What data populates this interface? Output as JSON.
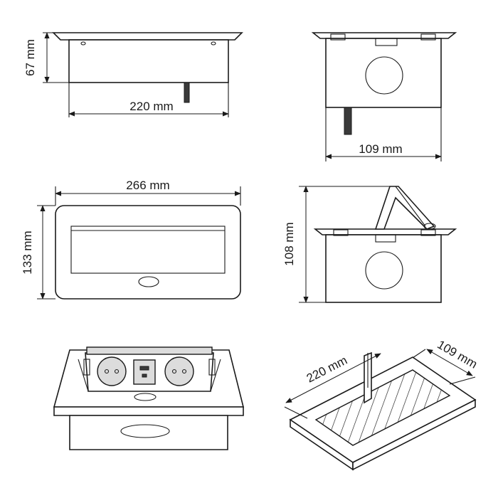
{
  "dimensions": {
    "front_height": "67 mm",
    "front_width": "220 mm",
    "side_width": "109 mm",
    "top_width": "266 mm",
    "top_height": "133 mm",
    "open_height": "108 mm",
    "cutout_length": "220 mm",
    "cutout_width": "109 mm"
  },
  "colors": {
    "line": "#1a1a1a",
    "grey_fill": "#dcdcdc",
    "cable": "#3a3a3a"
  }
}
